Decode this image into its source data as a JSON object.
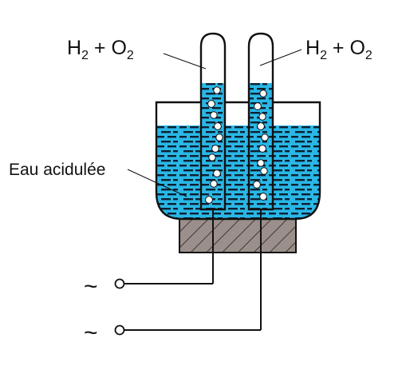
{
  "labels": {
    "gas_left": {
      "main": "H",
      "sub1": "2",
      "mid": " + O",
      "sub2": "2"
    },
    "gas_right": {
      "main": "H",
      "sub1": "2",
      "mid": " + O",
      "sub2": "2"
    },
    "water": "Eau acidulée",
    "ac_symbol_top": "~",
    "ac_symbol_bottom": "~"
  },
  "colors": {
    "water": "#2ab7e6",
    "dash": "#0c2030",
    "outline": "#111111",
    "base": "#9a8f8b",
    "bubble": "#ffffff"
  }
}
